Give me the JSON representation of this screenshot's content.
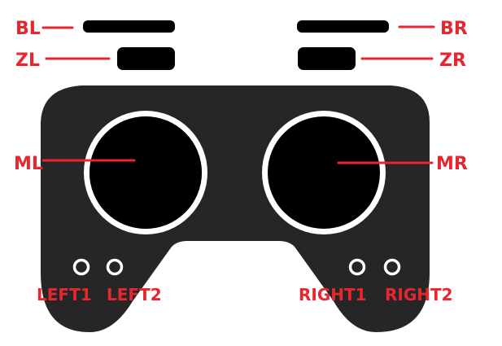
{
  "colors": {
    "label": "#e8262f",
    "body": "#262626",
    "stick": "#000000",
    "ring": "#ffffff"
  },
  "labels": {
    "bl": "BL",
    "br": "BR",
    "zl": "ZL",
    "zr": "ZR",
    "ml": "ML",
    "mr": "MR",
    "left1": "LEFT1",
    "left2": "LEFT2",
    "right1": "RIGHT1",
    "right2": "RIGHT2"
  }
}
